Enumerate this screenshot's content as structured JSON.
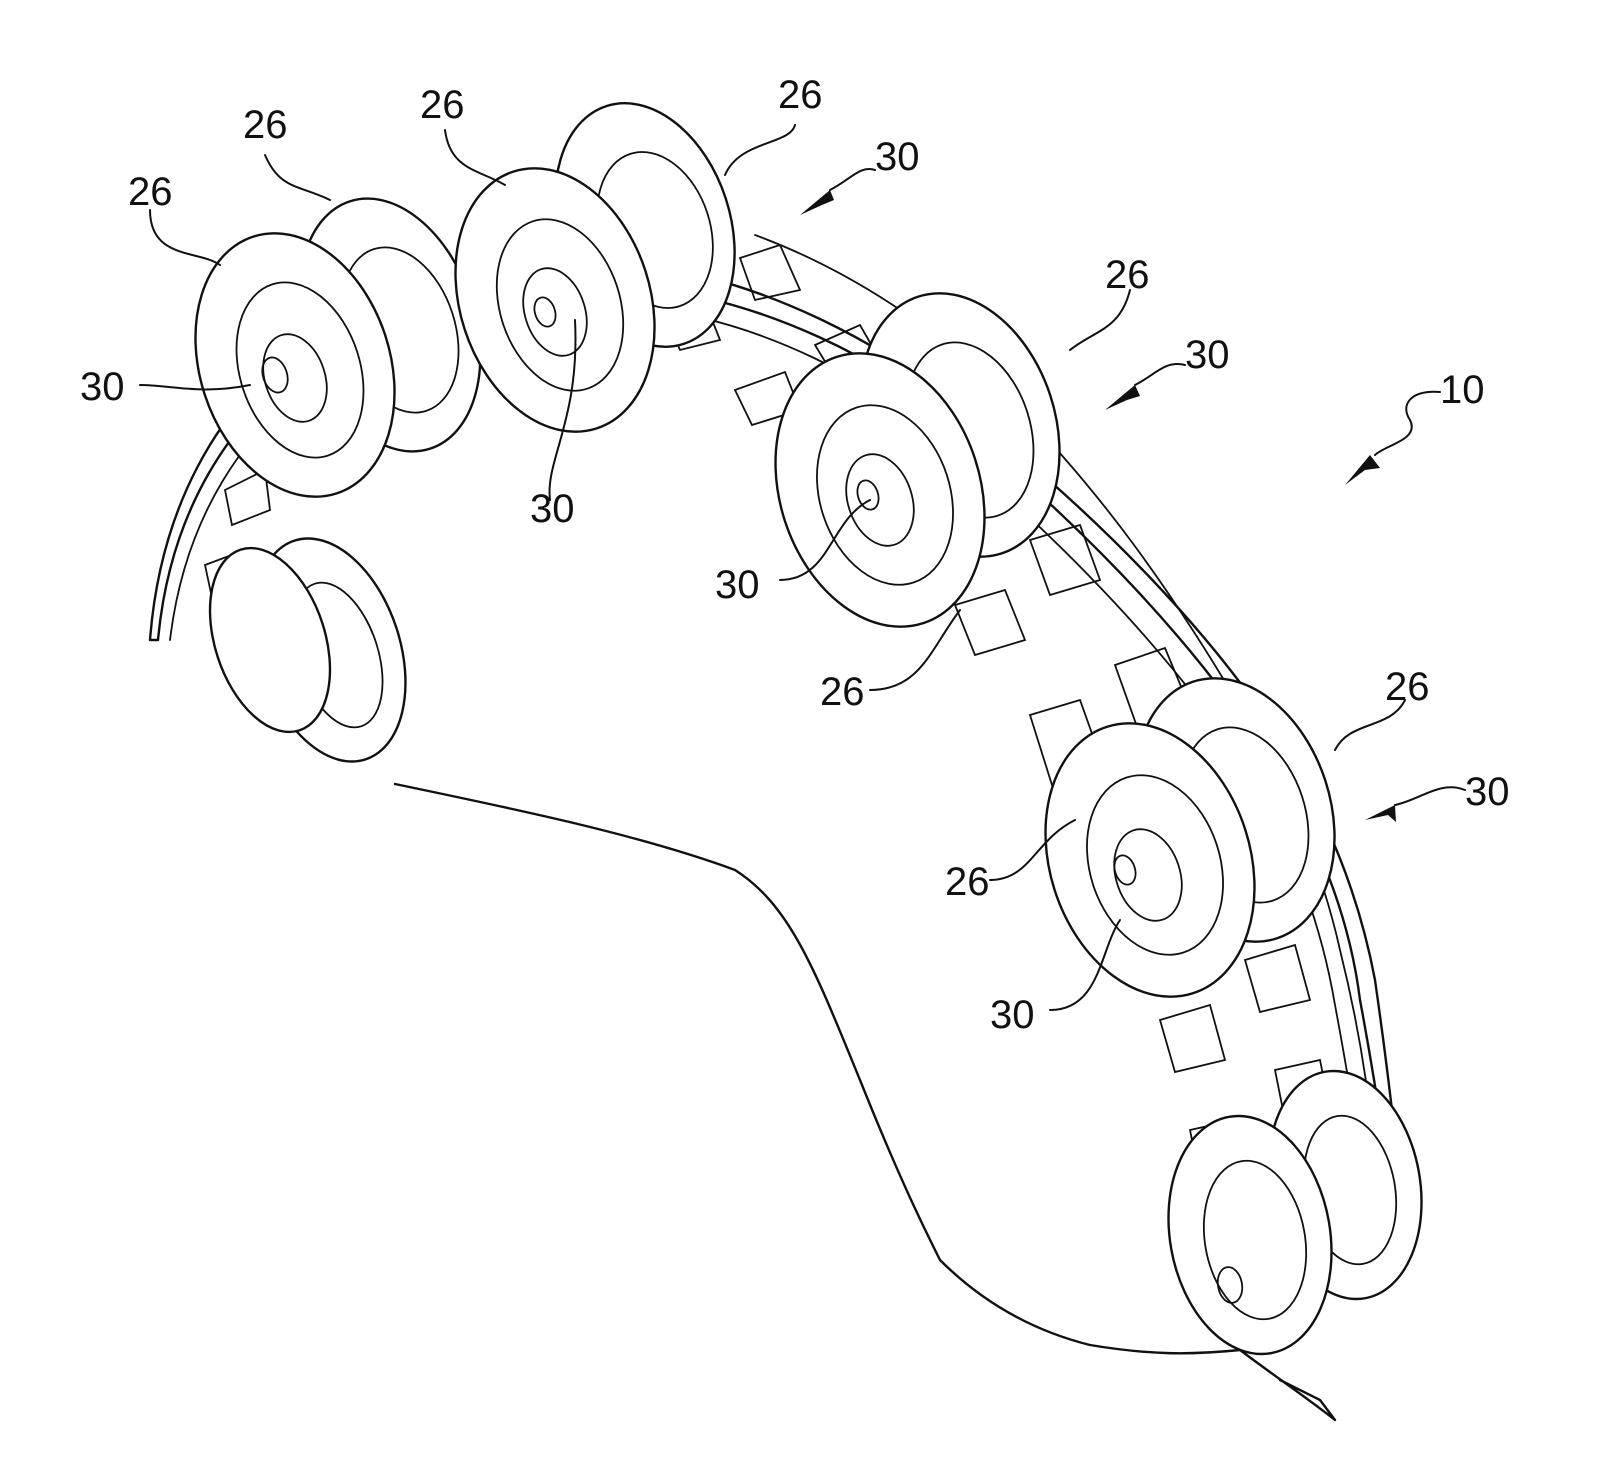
{
  "figure": {
    "reference_numerals": {
      "device": "10",
      "jingle": "26",
      "axle_or_set": "30"
    },
    "labels": [
      {
        "id": "lbl-26-a",
        "text": "26"
      },
      {
        "id": "lbl-26-b",
        "text": "26"
      },
      {
        "id": "lbl-26-c",
        "text": "26"
      },
      {
        "id": "lbl-26-d",
        "text": "26"
      },
      {
        "id": "lbl-30-a",
        "text": "30"
      },
      {
        "id": "lbl-30-b",
        "text": "30"
      },
      {
        "id": "lbl-26-e",
        "text": "26"
      },
      {
        "id": "lbl-30-c",
        "text": "30"
      },
      {
        "id": "lbl-10",
        "text": "10"
      },
      {
        "id": "lbl-30-d",
        "text": "30"
      },
      {
        "id": "lbl-26-f",
        "text": "26"
      },
      {
        "id": "lbl-26-g",
        "text": "26"
      },
      {
        "id": "lbl-30-e",
        "text": "30"
      },
      {
        "id": "lbl-26-h",
        "text": "26"
      },
      {
        "id": "lbl-30-f",
        "text": "30"
      }
    ],
    "colors": {
      "ink": "#111111",
      "paper": "#ffffff"
    }
  }
}
